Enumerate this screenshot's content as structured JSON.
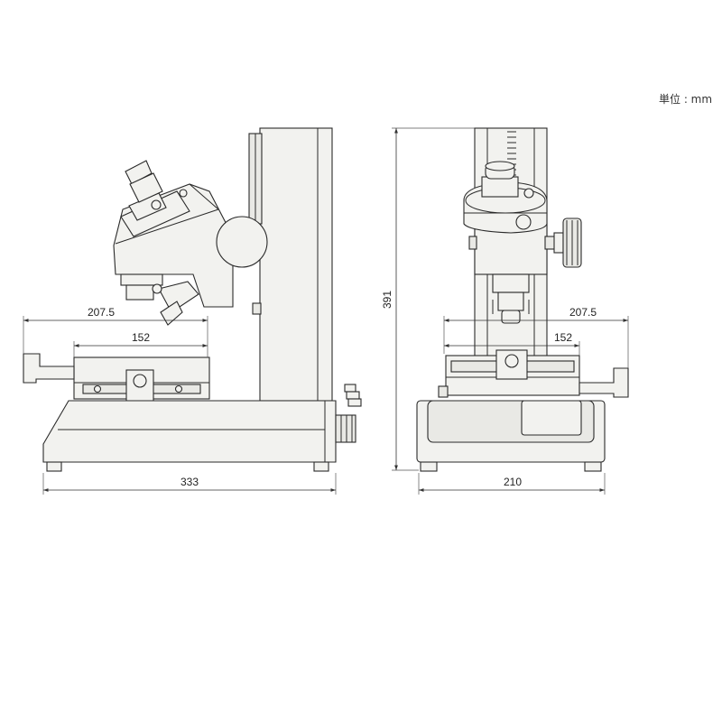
{
  "unit_label": "単位 : mm",
  "dimensions": {
    "side_stage_travel": "207.5",
    "side_stage_width": "152",
    "side_base_depth": "333",
    "height_total": "391",
    "front_stage_travel": "207.5",
    "front_stage_width": "152",
    "front_base_width": "210"
  },
  "colors": {
    "body_fill": "#f2f2ef",
    "line": "#2a2a2a",
    "background": "#ffffff"
  }
}
